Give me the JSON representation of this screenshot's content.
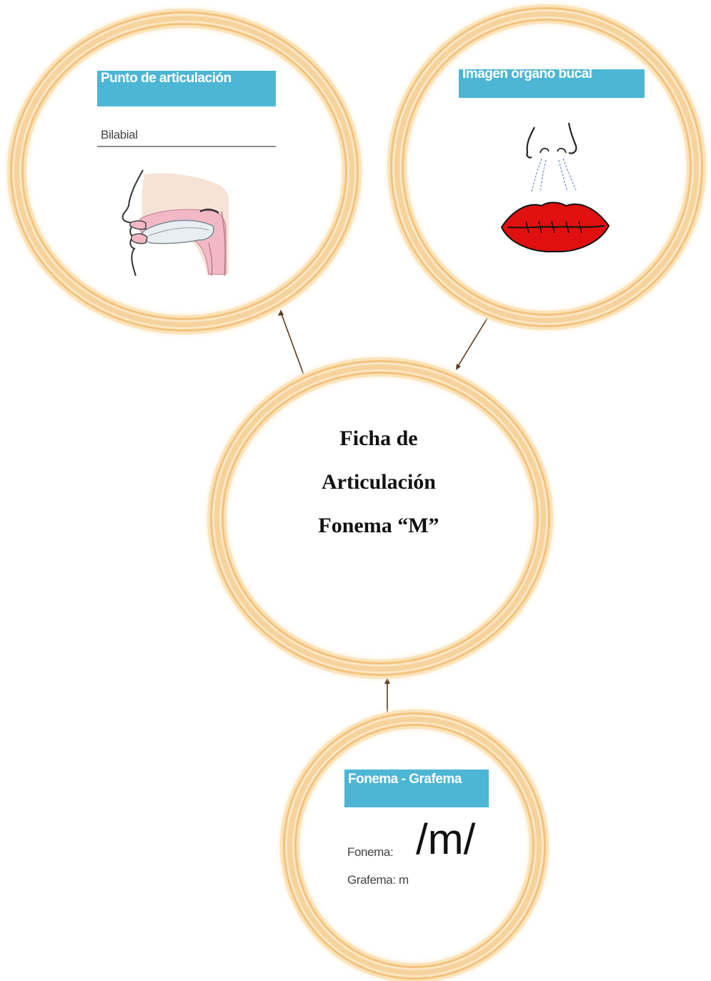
{
  "diagram": {
    "center": {
      "line1": "Ficha de",
      "line2": "Articulación",
      "line3": "Fonema “M”"
    },
    "articulation_card": {
      "header": "Punto de articulación",
      "value": "Bilabial",
      "illustration_icon": "mouth-sagittal-section-icon"
    },
    "organ_card": {
      "header": "Imagen órgano bucal",
      "illustration_icon": "nose-and-lips-icon"
    },
    "grapheme_card": {
      "header": "Fonema - Grafema",
      "fonema_label": "Fonema:",
      "fonema_symbol": "/m/",
      "grafema_label": "Grafema: m"
    },
    "colors": {
      "ring_outer": "#f3c27c",
      "ring_inner": "#fbe3b9",
      "header_bar": "#4db6d4",
      "lips": "#e01010",
      "tissue_pink": "#f2b8c6"
    }
  }
}
